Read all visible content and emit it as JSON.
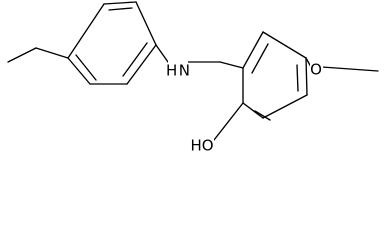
{
  "colors": {
    "background": "#ffffff",
    "bond": "#000000",
    "text": "#000000"
  },
  "molecule": {
    "atom_labels": {
      "amine": "H N",
      "methoxy_oxygen": "O",
      "hydroxyl": "HO"
    }
  }
}
